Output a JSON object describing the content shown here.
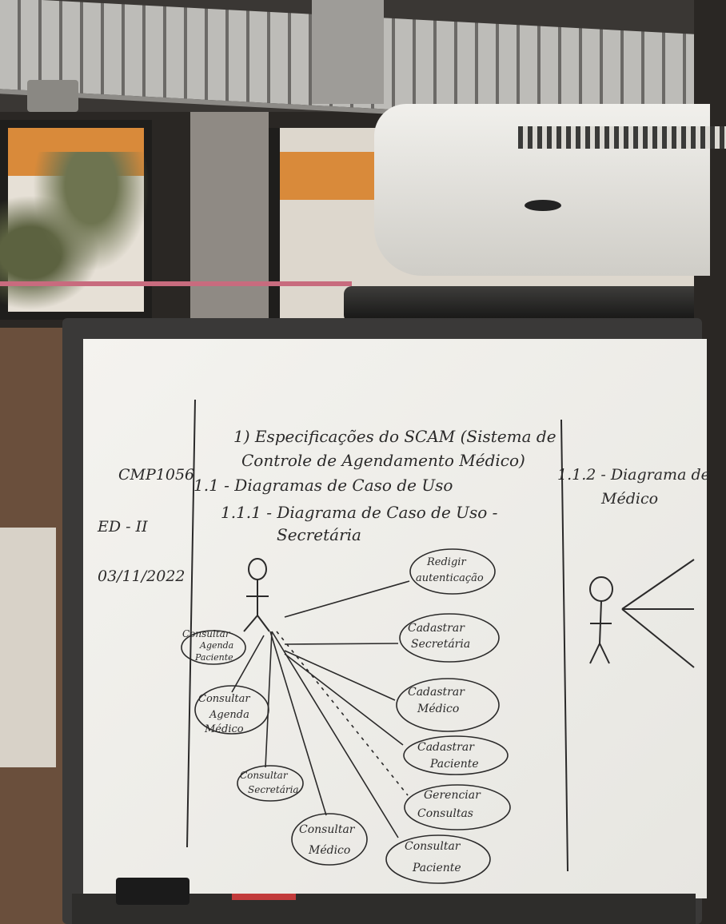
{
  "board": {
    "course_code": "CMP1056",
    "course_name": "ED - II",
    "date": "03/11/2022",
    "title_line1": "1) Especificações do SCAM (Sistema de",
    "title_line2": "Controle de Agendamento Médico)",
    "section": "1.1 - Diagramas de Caso de Uso",
    "subsection_line1": "1.1.1 - Diagrama de Caso de Uso -",
    "subsection_line2": "Secretária",
    "right_heading_line1": "1.1.2 - Diagrama de",
    "right_heading_line2": "Médico"
  },
  "use_cases": [
    {
      "line1": "Redigir",
      "line2": "autenticação"
    },
    {
      "line1": "Cadastrar",
      "line2": "Secretária"
    },
    {
      "line1": "Cadastrar",
      "line2": "Médico"
    },
    {
      "line1": "Cadastrar",
      "line2": "Paciente"
    },
    {
      "line1": "Gerenciar",
      "line2": "Consultas"
    },
    {
      "line1": "Consultar",
      "line2": "Paciente"
    },
    {
      "line1": "Consultar",
      "line2": "Médico"
    },
    {
      "line1": "Consultar",
      "line2": "Secretária"
    },
    {
      "line1": "Consultar",
      "line2": "Agenda",
      "line3": "Médico"
    },
    {
      "line1": "Consultar",
      "line2": "Agenda",
      "line3": "Paciente"
    }
  ],
  "colors": {
    "ink": "#2b2a2a",
    "board": "#f1f0ec",
    "frame": "#3a3938"
  }
}
